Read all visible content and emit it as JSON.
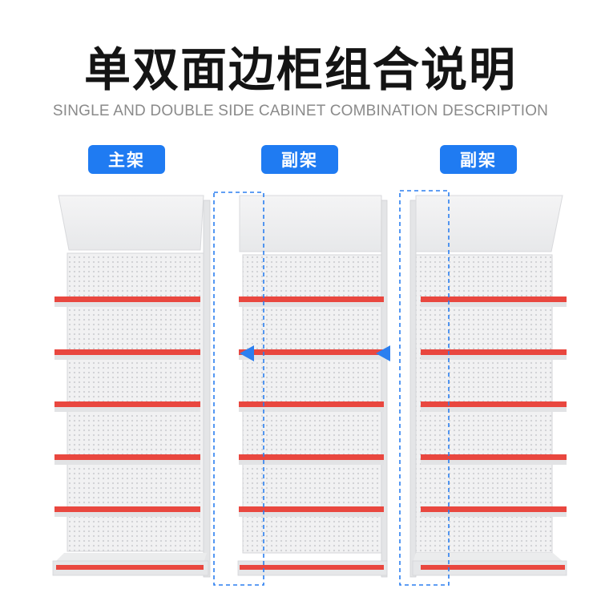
{
  "heading": {
    "title": "单双面边柜组合说明",
    "subtitle": "SINGLE AND DOUBLE SIDE CABINET COMBINATION DESCRIPTION"
  },
  "labels": {
    "main_rack": "主架",
    "sub_rack_1": "副架",
    "sub_rack_2": "副架"
  },
  "colors": {
    "accent_blue": "#1f7bf2",
    "shelf_red": "#e9473f",
    "frame_gray": "#e3e4e6",
    "pegboard": "#f0f0f1"
  },
  "shelf_count": 6
}
